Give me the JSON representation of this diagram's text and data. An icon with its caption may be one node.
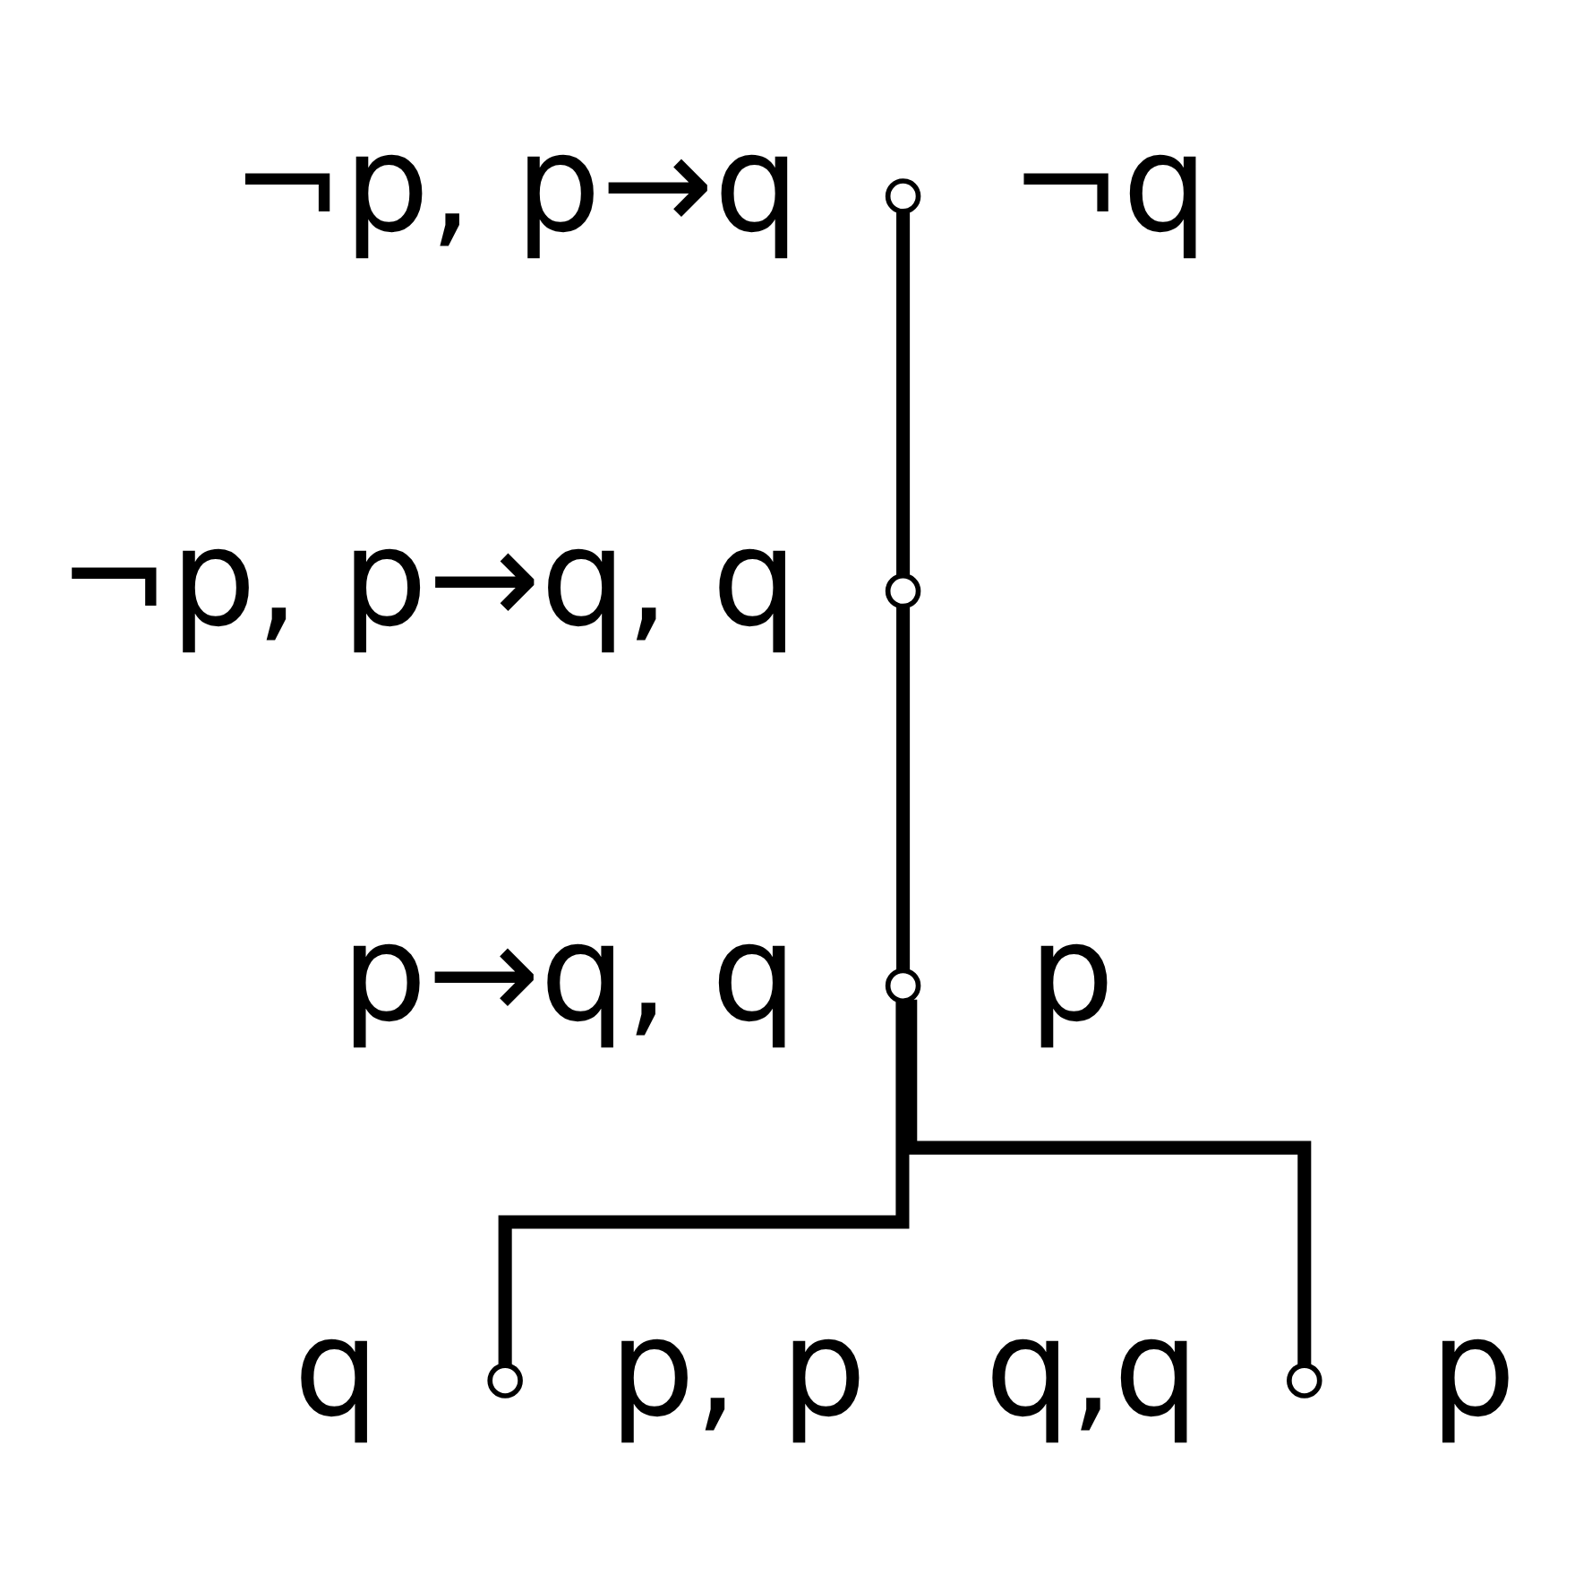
{
  "diagram": {
    "nodes": [
      {
        "text": [],
        "shape": "circle",
        "beside": [
          "¬p, p→q",
          "¬q"
        ]
      },
      {
        "text": [],
        "shape": "circle",
        "beside": [
          "¬p, p→q, q"
        ]
      },
      {
        "text": [],
        "shape": "circle",
        "beside": [
          "p→q, q",
          "p"
        ]
      },
      {
        "text": [],
        "shape": "circle",
        "beside": [
          "q",
          "p, p"
        ]
      },
      {
        "text": [],
        "shape": "circle",
        "beside": [
          "q,q",
          "p"
        ]
      }
    ],
    "edges": [
      {
        "from": 0,
        "to": 1,
        "arrow": "none"
      },
      {
        "from": 1,
        "to": 2,
        "arrow": "none"
      },
      {
        "from": 2,
        "to": 3,
        "arrow": "none"
      },
      {
        "from": 2,
        "to": 4,
        "arrow": "none"
      }
    ]
  }
}
